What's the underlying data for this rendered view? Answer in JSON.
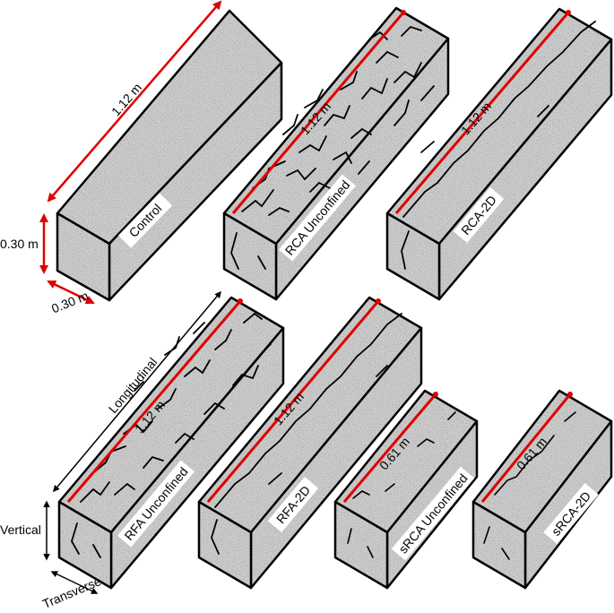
{
  "specimens": [
    {
      "id": "control",
      "label": "Control",
      "length": "1.12 m",
      "cracked": false
    },
    {
      "id": "rca-unconfined",
      "label": "RCA Unconfined",
      "length": "1.12 m",
      "cracked": true
    },
    {
      "id": "rca-2d",
      "label": "RCA-2D",
      "length": "1.12 m",
      "cracked": true
    },
    {
      "id": "rfa-unconfined",
      "label": "RFA Unconfined",
      "length": "1.12 m",
      "cracked": true
    },
    {
      "id": "rfa-2d",
      "label": "RFA-2D",
      "length": "1.12 m",
      "cracked": true
    },
    {
      "id": "srca-unconfined",
      "label": "sRCA Unconfined",
      "length": "0.61 m",
      "cracked": true
    },
    {
      "id": "srca-2d",
      "label": "sRCA-2D",
      "length": "0.61 m",
      "cracked": true
    }
  ],
  "dimensions": {
    "length": "1.12 m",
    "height": "0.30 m",
    "width": "0.30 m"
  },
  "axes": {
    "longitudinal": "Longitudinal",
    "vertical": "Vertical",
    "transverse": "Transverse"
  },
  "colors": {
    "dimension_arrow": "#e00000",
    "axis_arrow": "#000000",
    "concrete_base": "#a9a9a9",
    "crack": "#000000"
  }
}
